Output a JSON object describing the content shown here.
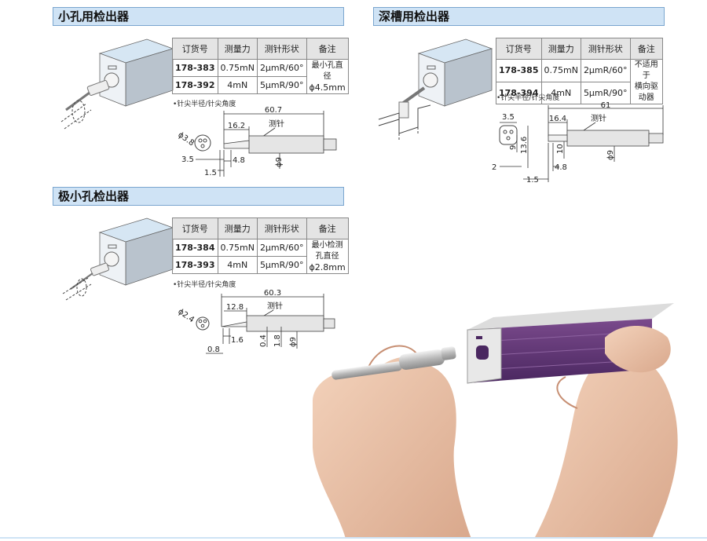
{
  "table_headers": {
    "order_no": "订货号",
    "force": "测量力",
    "stylus_shape": "测针形状",
    "note": "备注"
  },
  "footnote": "•针尖半径/针尖角度",
  "stylus_label": "测针",
  "sections": [
    {
      "title": "小孔用检出器",
      "rows": [
        {
          "code": "178-383",
          "force": "0.75mN",
          "shape": "2μmR/60°"
        },
        {
          "code": "178-392",
          "force": "4mN",
          "shape": "5μmR/90°"
        }
      ],
      "note_line1": "最小孔直径",
      "note_line2": "ϕ4.5mm",
      "dims": {
        "total": "60.7",
        "tip": "16.2",
        "ball_dia": "ϕ3.8",
        "d1": "3.5",
        "d2": "1.5",
        "d3": "4.8",
        "shank": "ϕ9"
      }
    },
    {
      "title": "深槽用检出器",
      "rows": [
        {
          "code": "178-385",
          "force": "0.75mN",
          "shape": "2μmR/60°"
        },
        {
          "code": "178-394",
          "force": "4mN",
          "shape": "5μmR/90°"
        }
      ],
      "note_line1": "不适用于",
      "note_line2": "横向驱动器",
      "dims": {
        "total": "61",
        "tip": "16.4",
        "top": "3.5",
        "h1": "9",
        "h2": "13.6",
        "h3": "10",
        "d1": "2",
        "d2": "4.8",
        "d3": "1.5",
        "shank": "ϕ9"
      }
    },
    {
      "title": "极小孔检出器",
      "rows": [
        {
          "code": "178-384",
          "force": "0.75mN",
          "shape": "2μmR/60°"
        },
        {
          "code": "178-393",
          "force": "4mN",
          "shape": "5μmR/90°"
        }
      ],
      "note_line1": "最小检测孔直径",
      "note_line2": "ϕ2.8mm",
      "dims": {
        "total": "60.3",
        "tip": "12.8",
        "ball_dia": "ϕ2.4",
        "d1": "1.6",
        "d2": "0.4",
        "d3": "1.8",
        "d4": "0.8",
        "shank": "ϕ9"
      }
    }
  ]
}
